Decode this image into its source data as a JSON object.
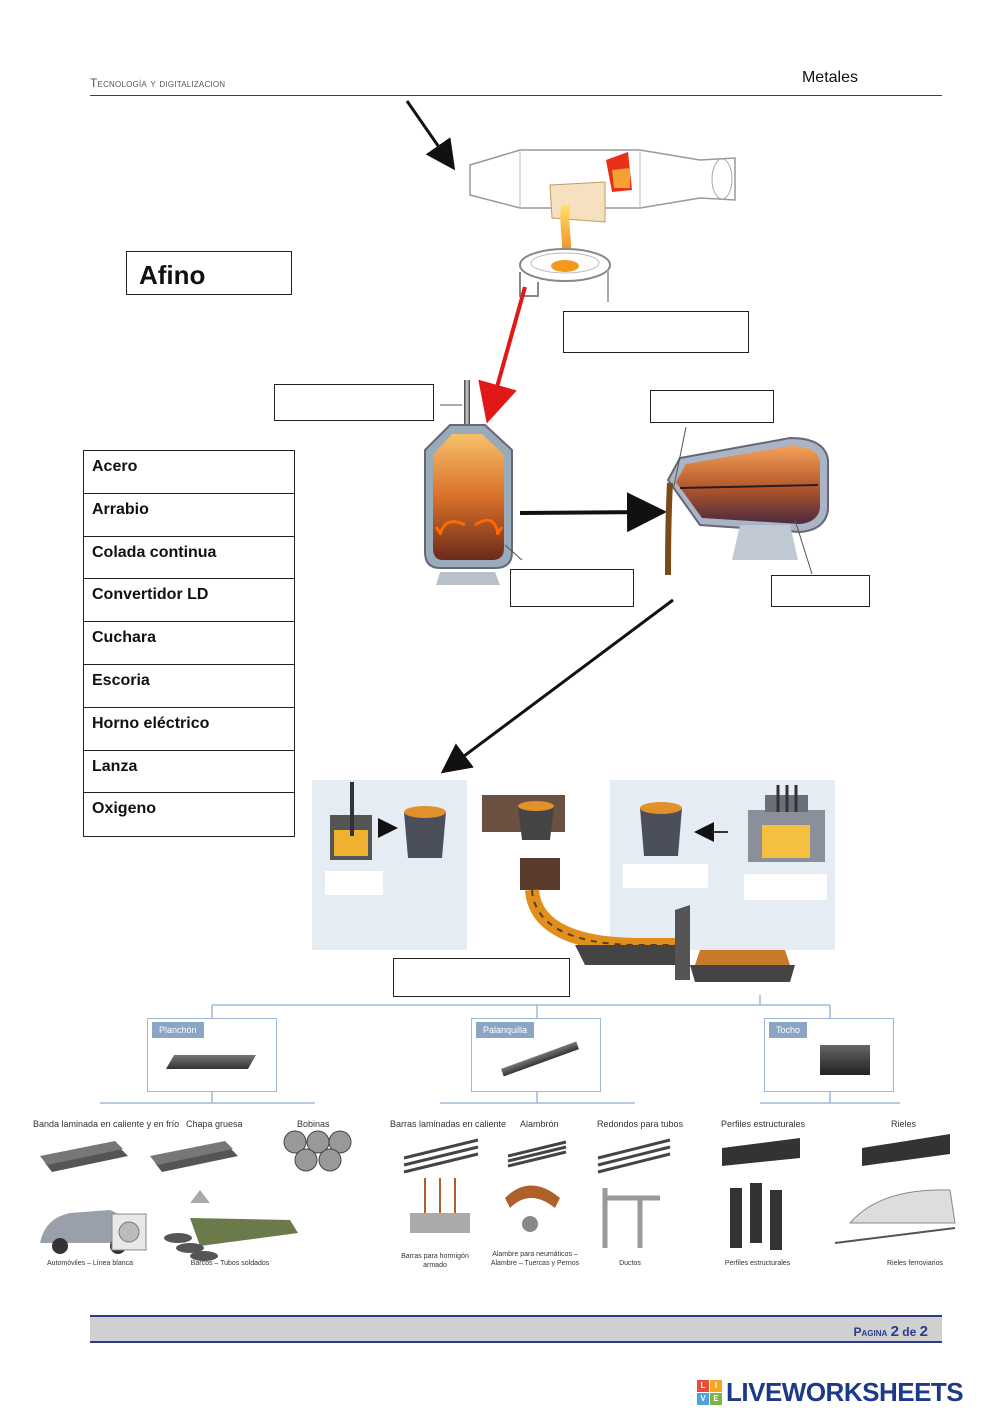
{
  "header": {
    "left": "Tecnología y digitalizacion",
    "right": "Metales"
  },
  "title_box": "Afino",
  "word_bank": [
    "Acero",
    "Arrabio",
    "Colada continua",
    "Convertidor LD",
    "Cuchara",
    "Escoria",
    "Horno eléctrico",
    "Lanza",
    "Oxigeno"
  ],
  "products": {
    "groups": [
      {
        "name": "Planchón",
        "items": [
          "Banda laminada en caliente y en frío",
          "Chapa gruesa",
          "Bobinas"
        ],
        "uses": [
          "Automóviles – Línea blanca",
          "Barcos – Tubos soldados"
        ]
      },
      {
        "name": "Palanquilla",
        "items": [
          "Barras laminadas en caliente",
          "Alambrón",
          "Redondos para tubos"
        ],
        "uses": [
          "Barras para hormigón armado",
          "Alambre para neumáticos – Alambre – Tuercas y Pernos",
          "Ductos"
        ]
      },
      {
        "name": "Tocho",
        "items": [
          "Perfiles estructurales",
          "Rieles"
        ],
        "uses": [
          "Perfiles estructurales",
          "Rieles ferroviarios"
        ]
      }
    ]
  },
  "footer": {
    "page_word": "Pagina",
    "page": "2",
    "of_word": "de",
    "total": "2"
  },
  "brand": {
    "logo_letters": [
      "L",
      "I",
      "V",
      "E"
    ],
    "name": "LIVEWORKSHEETS"
  },
  "colors": {
    "accent": "#2e3a8c",
    "molten": "#f0a030",
    "brand": "#1d3a8a"
  }
}
